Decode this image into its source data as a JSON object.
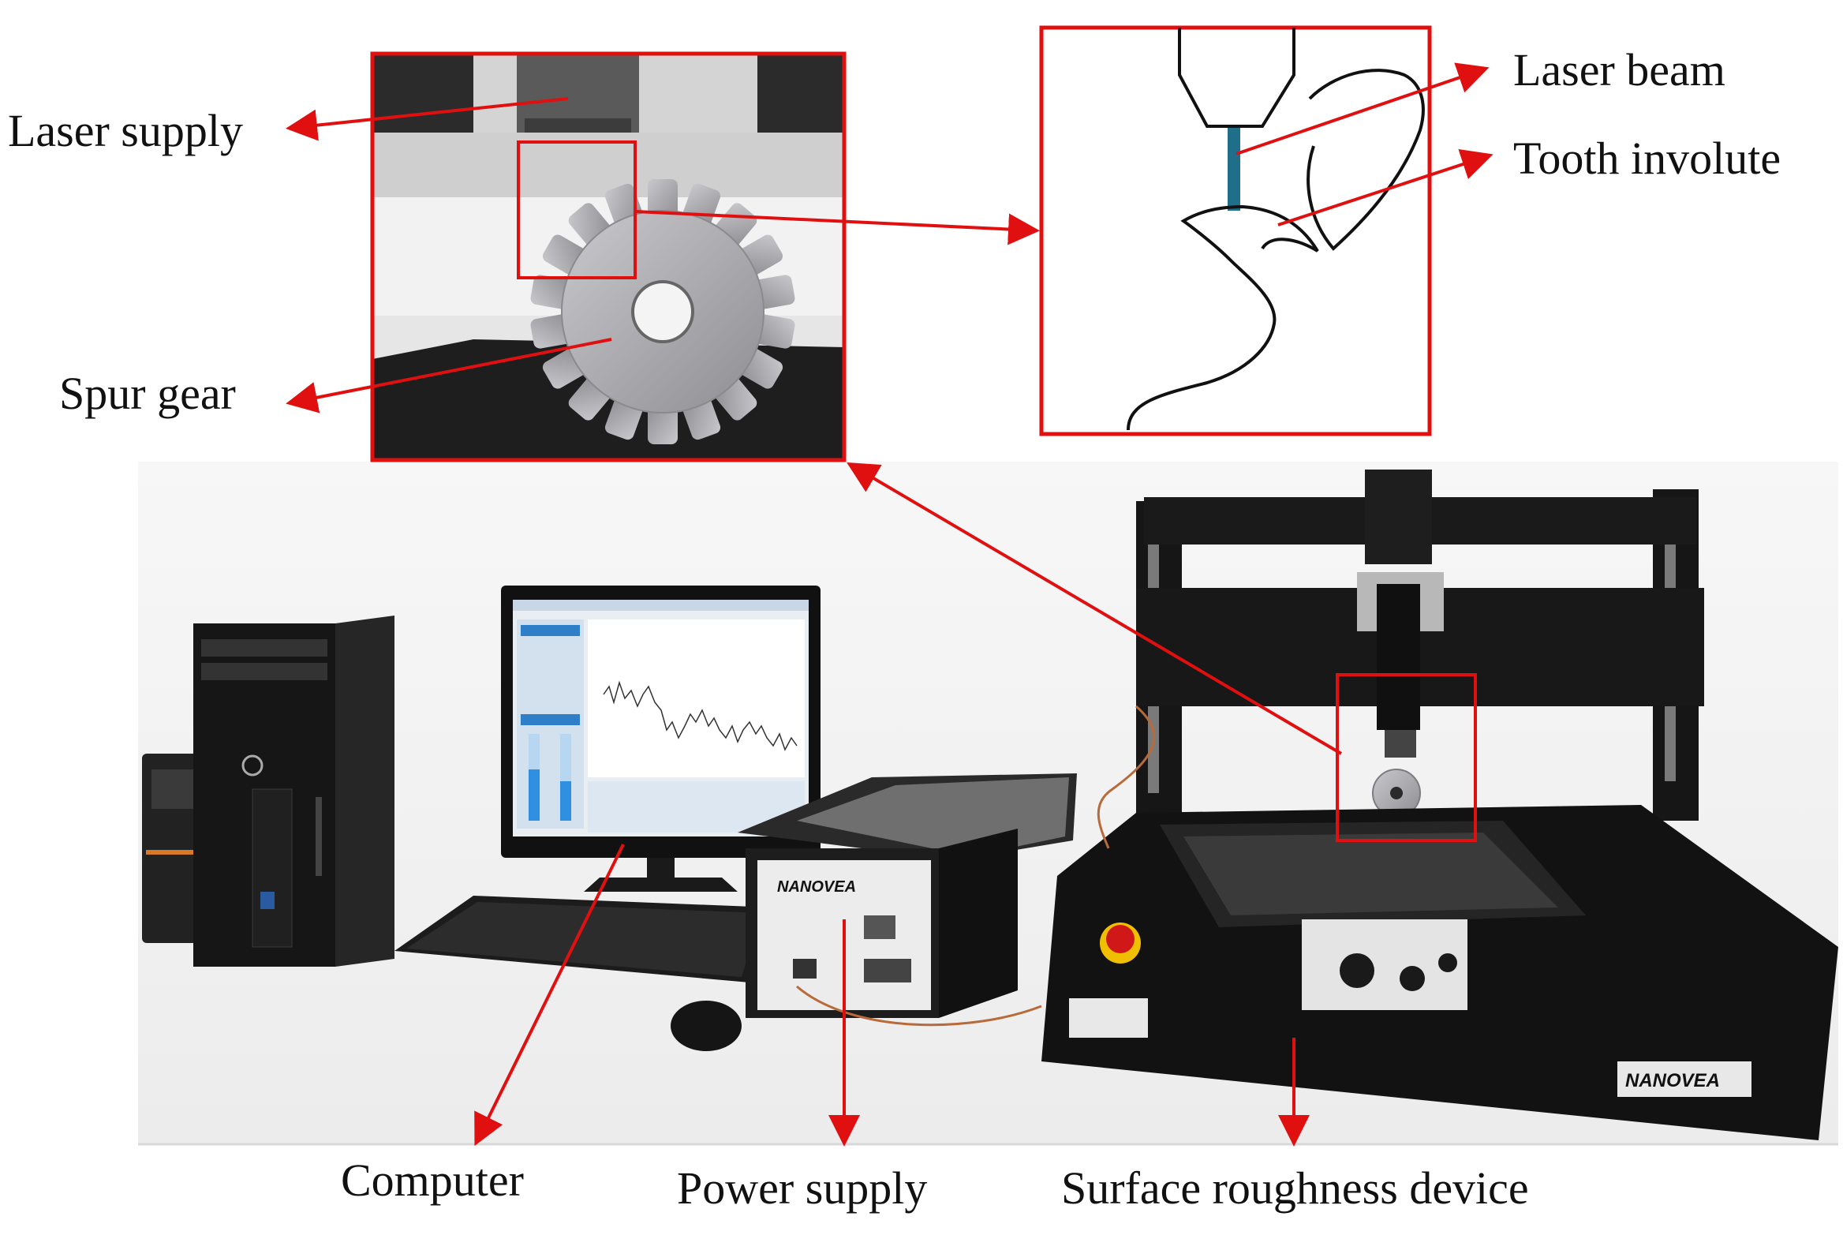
{
  "labels": {
    "laser_supply": "Laser supply",
    "spur_gear": "Spur gear",
    "laser_beam": "Laser beam",
    "tooth_involute": "Tooth involute",
    "computer": "Computer",
    "power_supply": "Power supply",
    "surface_roughness_device": "Surface roughness device"
  },
  "device_brand": {
    "power_supply_logo": "NANOVEA",
    "device_logo": "NANOVEA"
  },
  "colors": {
    "callout_red": "#e01010",
    "beam_blue": "#1f6f8b",
    "equipment_black": "#1b1b1b",
    "gear_metal": "#a9a9ad"
  },
  "icons": {
    "arrow": "red-arrow",
    "gear": "spur-gear-icon"
  }
}
